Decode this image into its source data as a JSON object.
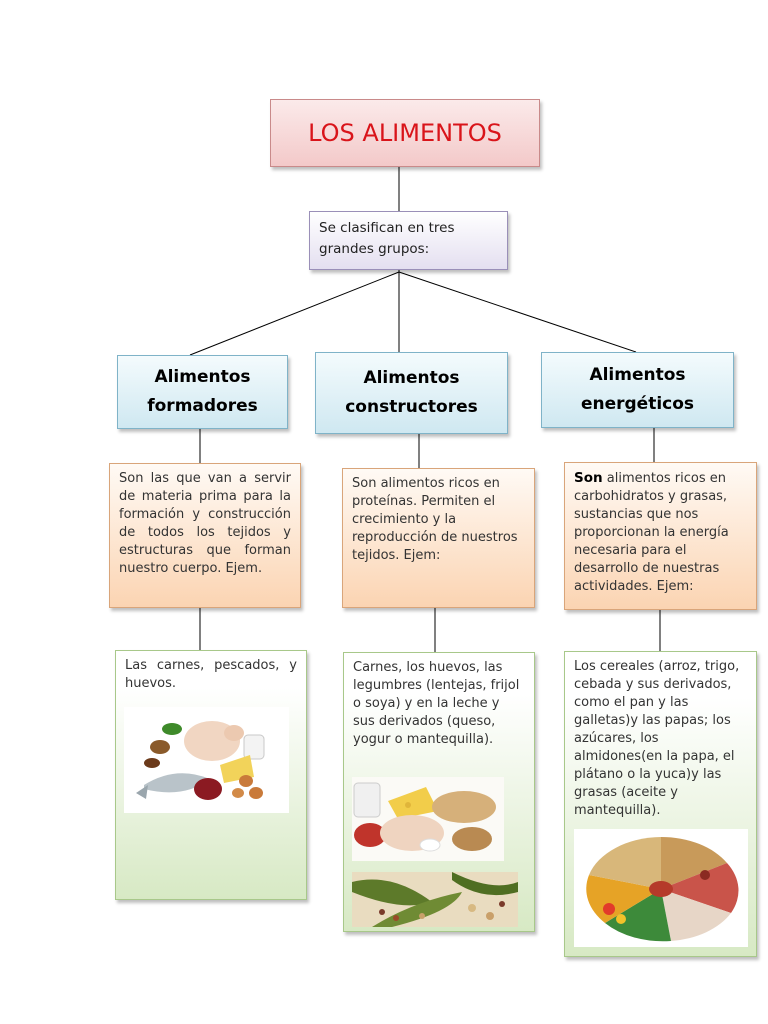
{
  "title": "LOS ALIMENTOS",
  "classification": "Se clasifican en tres grandes grupos:",
  "groups": [
    {
      "name_line1": "Alimentos",
      "name_line2": "formadores",
      "description": "Son las que van a servir de materia prima para la formación y construcción de todos los tejidos y estructuras que forman nuestro cuerpo. Ejem.",
      "examples": "Las carnes, pescados, y huevos."
    },
    {
      "name_line1": "Alimentos",
      "name_line2": "constructores",
      "description": "Son alimentos ricos en proteínas. Permiten el crecimiento y la reproducción de nuestros tejidos. Ejem:",
      "examples": "Carnes, los huevos, las legumbres (lentejas, frijol o soya) y en la leche y sus derivados (queso, yogur o mantequilla)."
    },
    {
      "name_line1": "Alimentos",
      "name_line2": "energéticos",
      "description_lead": "Son",
      "description": "alimentos ricos en carbohidratos y grasas, sustancias que nos proporcionan la energía necesaria para el desarrollo de nuestras actividades. Ejem:",
      "examples": "Los cereales (arroz, trigo, cebada y sus derivados, como el pan y las galletas)y las papas; los azúcares, los almidones(en la papa, el plátano o la yuca)y las grasas (aceite y mantequilla)."
    }
  ],
  "colors": {
    "title_text": "#d9141a",
    "title_fill": "#f3c9c9",
    "group_fill": "#cfe8f1",
    "description_fill": "#fbd4b2",
    "example_fill": "#d7e9c4"
  }
}
